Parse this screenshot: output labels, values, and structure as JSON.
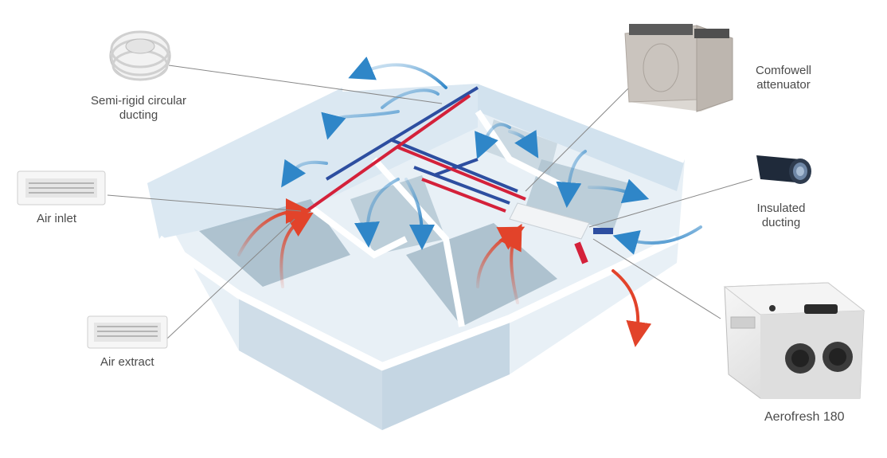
{
  "labels": {
    "semi_rigid": [
      "Semi-rigid circular",
      "ducting"
    ],
    "air_inlet": "Air inlet",
    "air_extract": "Air extract",
    "attenuator": [
      "Comfowell",
      "attenuator"
    ],
    "insulated": [
      "Insulated",
      "ducting"
    ],
    "unit": "Aerofresh 180"
  },
  "colors": {
    "supply_duct": "#2d4ea0",
    "extract_duct": "#d4213a",
    "fresh_air_arrow": "#2f86c8",
    "warm_air_arrow": "#e2432a",
    "wall": "#dbe8f2",
    "floor": "#9fb6c6"
  }
}
